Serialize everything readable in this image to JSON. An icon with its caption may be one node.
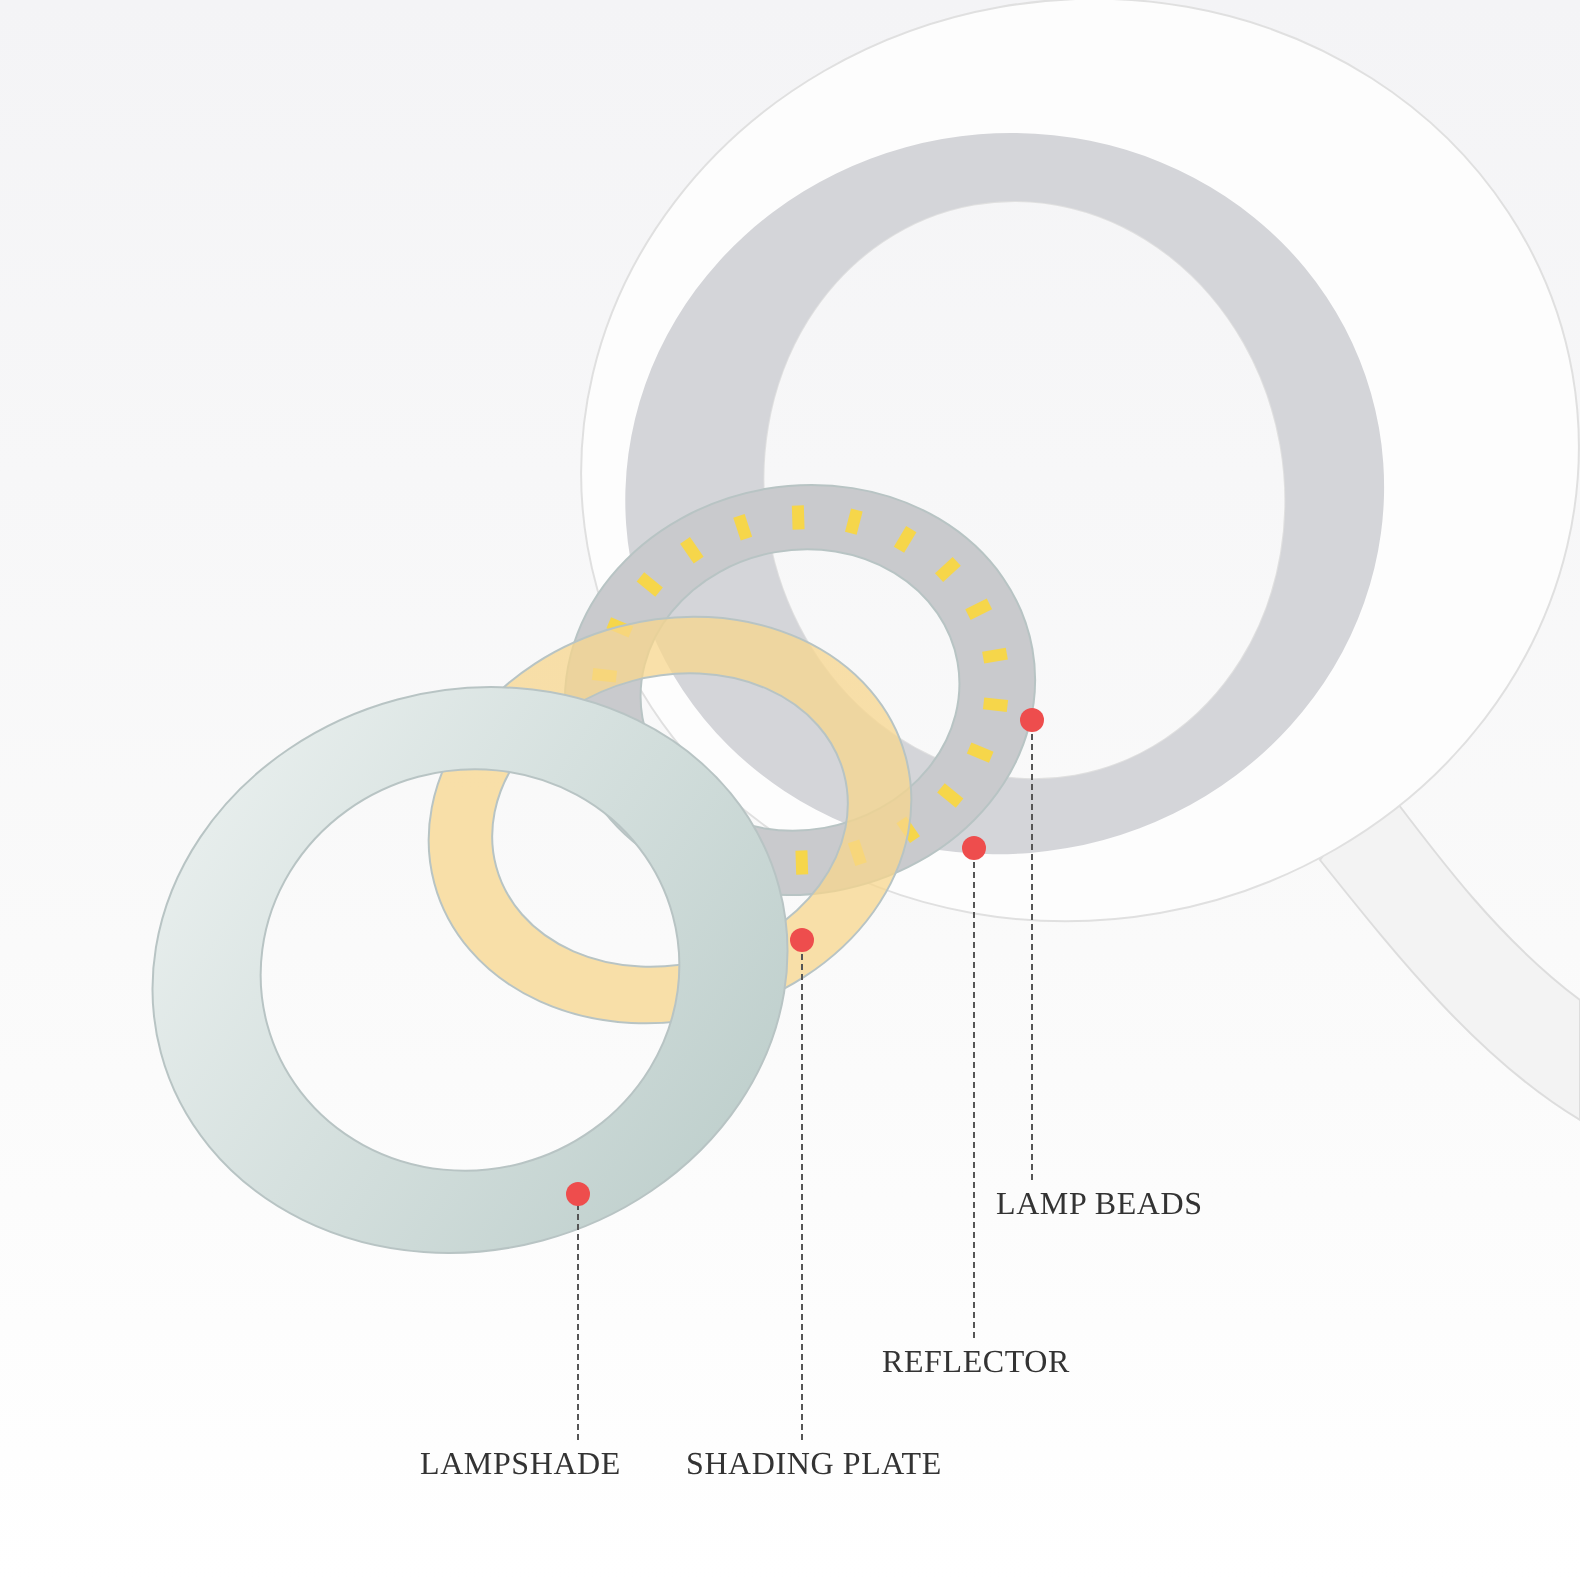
{
  "diagram": {
    "nodes": [
      {
        "text": [
          "LAMP BEADS"
        ]
      },
      {
        "text": [
          "REFLECTOR"
        ]
      },
      {
        "text": [
          "LAMPSHADE"
        ]
      },
      {
        "text": [
          "SHADING PLATE"
        ]
      },
      {
        "text": [],
        "shape": "picture"
      },
      {
        "text": [],
        "shape": "picture"
      },
      {
        "text": [],
        "shape": "picture"
      }
    ],
    "edges": [
      {
        "from": 0,
        "to": 4,
        "arrow": "none",
        "style": "dashed"
      },
      {
        "from": 1,
        "to": 4,
        "arrow": "none",
        "style": "dashed"
      },
      {
        "from": 3,
        "to": 5,
        "arrow": "none",
        "style": "dashed"
      },
      {
        "from": 2,
        "to": 6,
        "arrow": "none",
        "style": "dashed"
      }
    ]
  }
}
